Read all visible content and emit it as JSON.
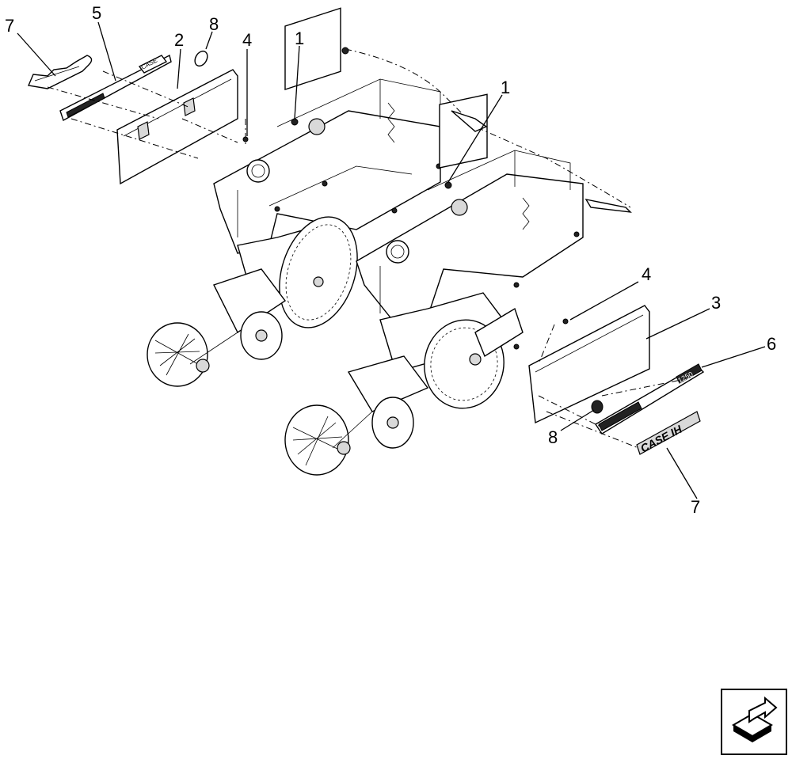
{
  "callouts": {
    "c7_top": "7",
    "c5": "5",
    "c2": "2",
    "c8_top": "8",
    "c4_top": "4",
    "c1_left": "1",
    "c1_right": "1",
    "c4_bottom": "4",
    "c3": "3",
    "c6": "6",
    "c8_bottom": "8",
    "c7_bottom": "7"
  },
  "decals": {
    "brand_left": "CASE",
    "brand_right": "CASE IH",
    "model_right": "1250"
  },
  "nav": {
    "icon": "next-page-arrow-icon"
  }
}
